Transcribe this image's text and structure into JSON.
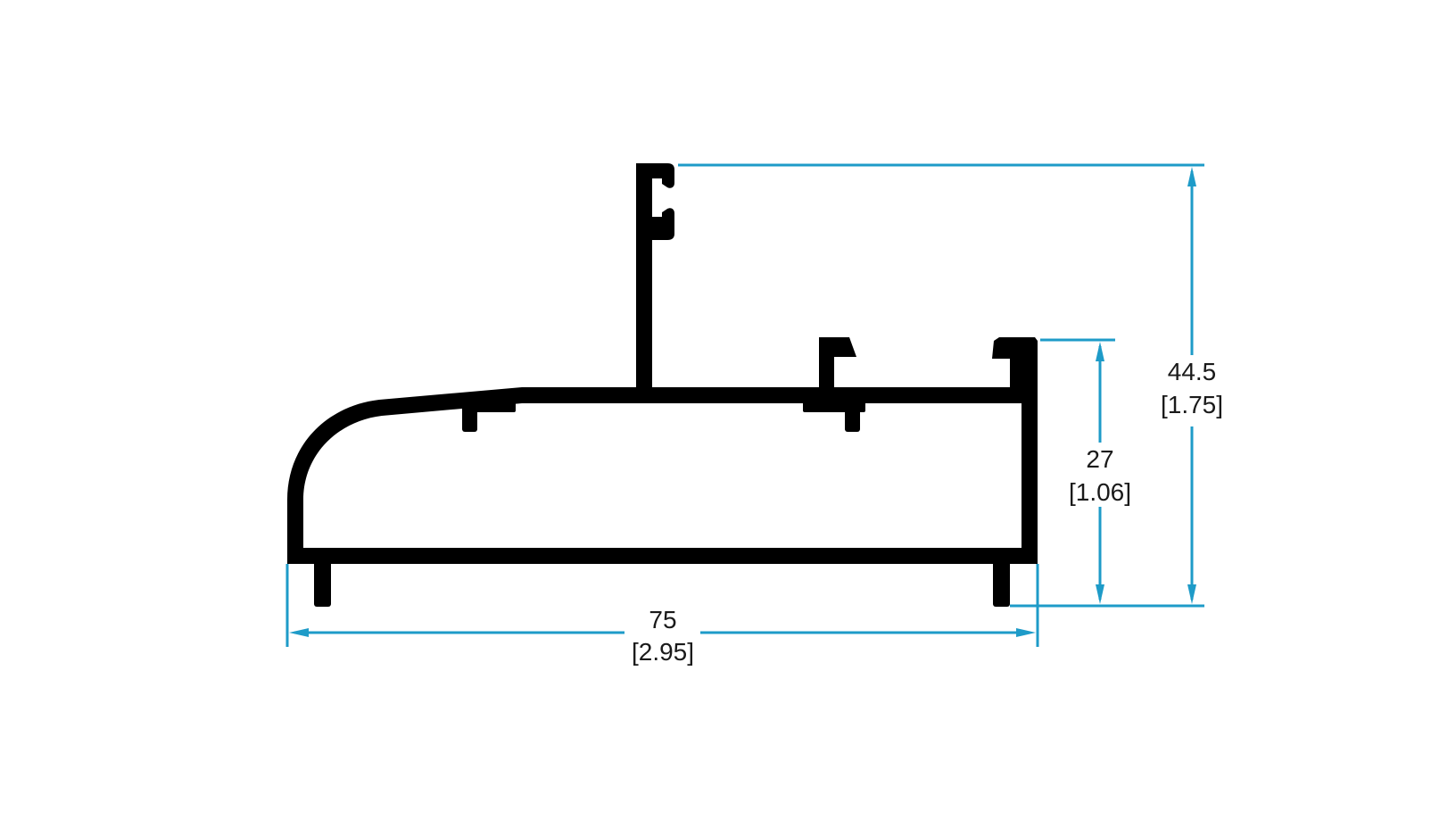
{
  "colors": {
    "profile": "#000000",
    "dimension": "#1e9bc8",
    "text": "#1a1a1a",
    "background": "#ffffff"
  },
  "dimensions": {
    "width": {
      "metric": "75",
      "imperial": "[2.95]"
    },
    "total_height": {
      "metric": "44.5",
      "imperial": "[1.75]"
    },
    "body_height": {
      "metric": "27",
      "imperial": "[1.06]"
    }
  }
}
